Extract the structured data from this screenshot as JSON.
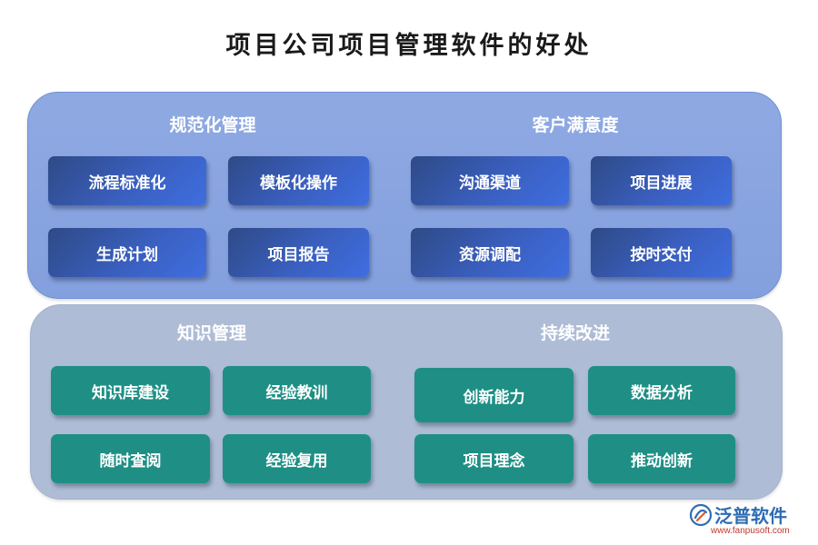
{
  "title": "项目公司项目管理软件的好处",
  "sections": {
    "standardized_management": {
      "title": "规范化管理",
      "items": [
        "流程标准化",
        "模板化操作",
        "生成计划",
        "项目报告"
      ]
    },
    "customer_satisfaction": {
      "title": "客户满意度",
      "items": [
        "沟通渠道",
        "项目进展",
        "资源调配",
        "按时交付"
      ]
    },
    "knowledge_management": {
      "title": "知识管理",
      "items": [
        "知识库建设",
        "经验教训",
        "随时查阅",
        "经验复用"
      ]
    },
    "continuous_improvement": {
      "title": "持续改进",
      "items": [
        "创新能力",
        "数据分析",
        "项目理念",
        "推动创新"
      ]
    }
  },
  "logo": {
    "name": "泛普软件",
    "url": "www.fanpusoft.com"
  },
  "colors": {
    "top_panel": "#8fa9e2",
    "bottom_panel": "#aebcd6",
    "blue_box": "#3a5fbf",
    "teal_box": "#1f8f85",
    "logo_blue": "#2d6db5"
  }
}
